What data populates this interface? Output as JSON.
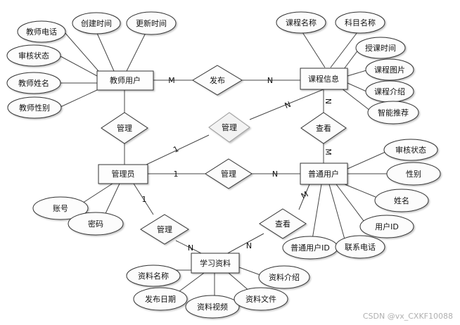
{
  "entities": {
    "teacher_user": "教师用户",
    "course_info": "课程信息",
    "admin": "管理员",
    "normal_user": "普通用户",
    "study_material": "学习资料"
  },
  "relationships": {
    "publish": "发布",
    "manage_teacher": "管理",
    "manage_course": "管理",
    "view_course": "查看",
    "manage_user": "管理",
    "manage_material": "管理",
    "view_material": "查看"
  },
  "attributes": {
    "teacher_phone": "教师电话",
    "created_time": "创建时间",
    "updated_time": "更新时间",
    "teacher_review": "审核状态",
    "teacher_name": "教师姓名",
    "teacher_gender": "教师性别",
    "course_name": "课程名称",
    "subject_name": "科目名称",
    "lesson_time": "授课时间",
    "course_image": "课程图片",
    "course_intro": "课程介绍",
    "smart_recommend": "智能推荐",
    "account": "账号",
    "password": "密码",
    "user_review": "审核状态",
    "gender": "性别",
    "name": "姓名",
    "user_id": "用户ID",
    "normal_user_id": "普通用户ID",
    "contact_phone": "联系电话",
    "material_name": "资料名称",
    "publish_date": "发布日期",
    "material_video": "资料视频",
    "material_file": "资料文件",
    "material_intro": "资料介绍"
  },
  "cardinalities": {
    "publish_teacher": "M",
    "publish_course": "N",
    "manage_course_admin": "1",
    "manage_course_course": "N",
    "view_course_course": "N",
    "view_course_user": "M",
    "manage_user_admin": "1",
    "manage_user_user": "N",
    "manage_material_admin": "1",
    "manage_material_material": "N",
    "view_material_user": "M",
    "view_material_material": "N"
  },
  "watermark": "CSDN @vx_CXKF10088"
}
